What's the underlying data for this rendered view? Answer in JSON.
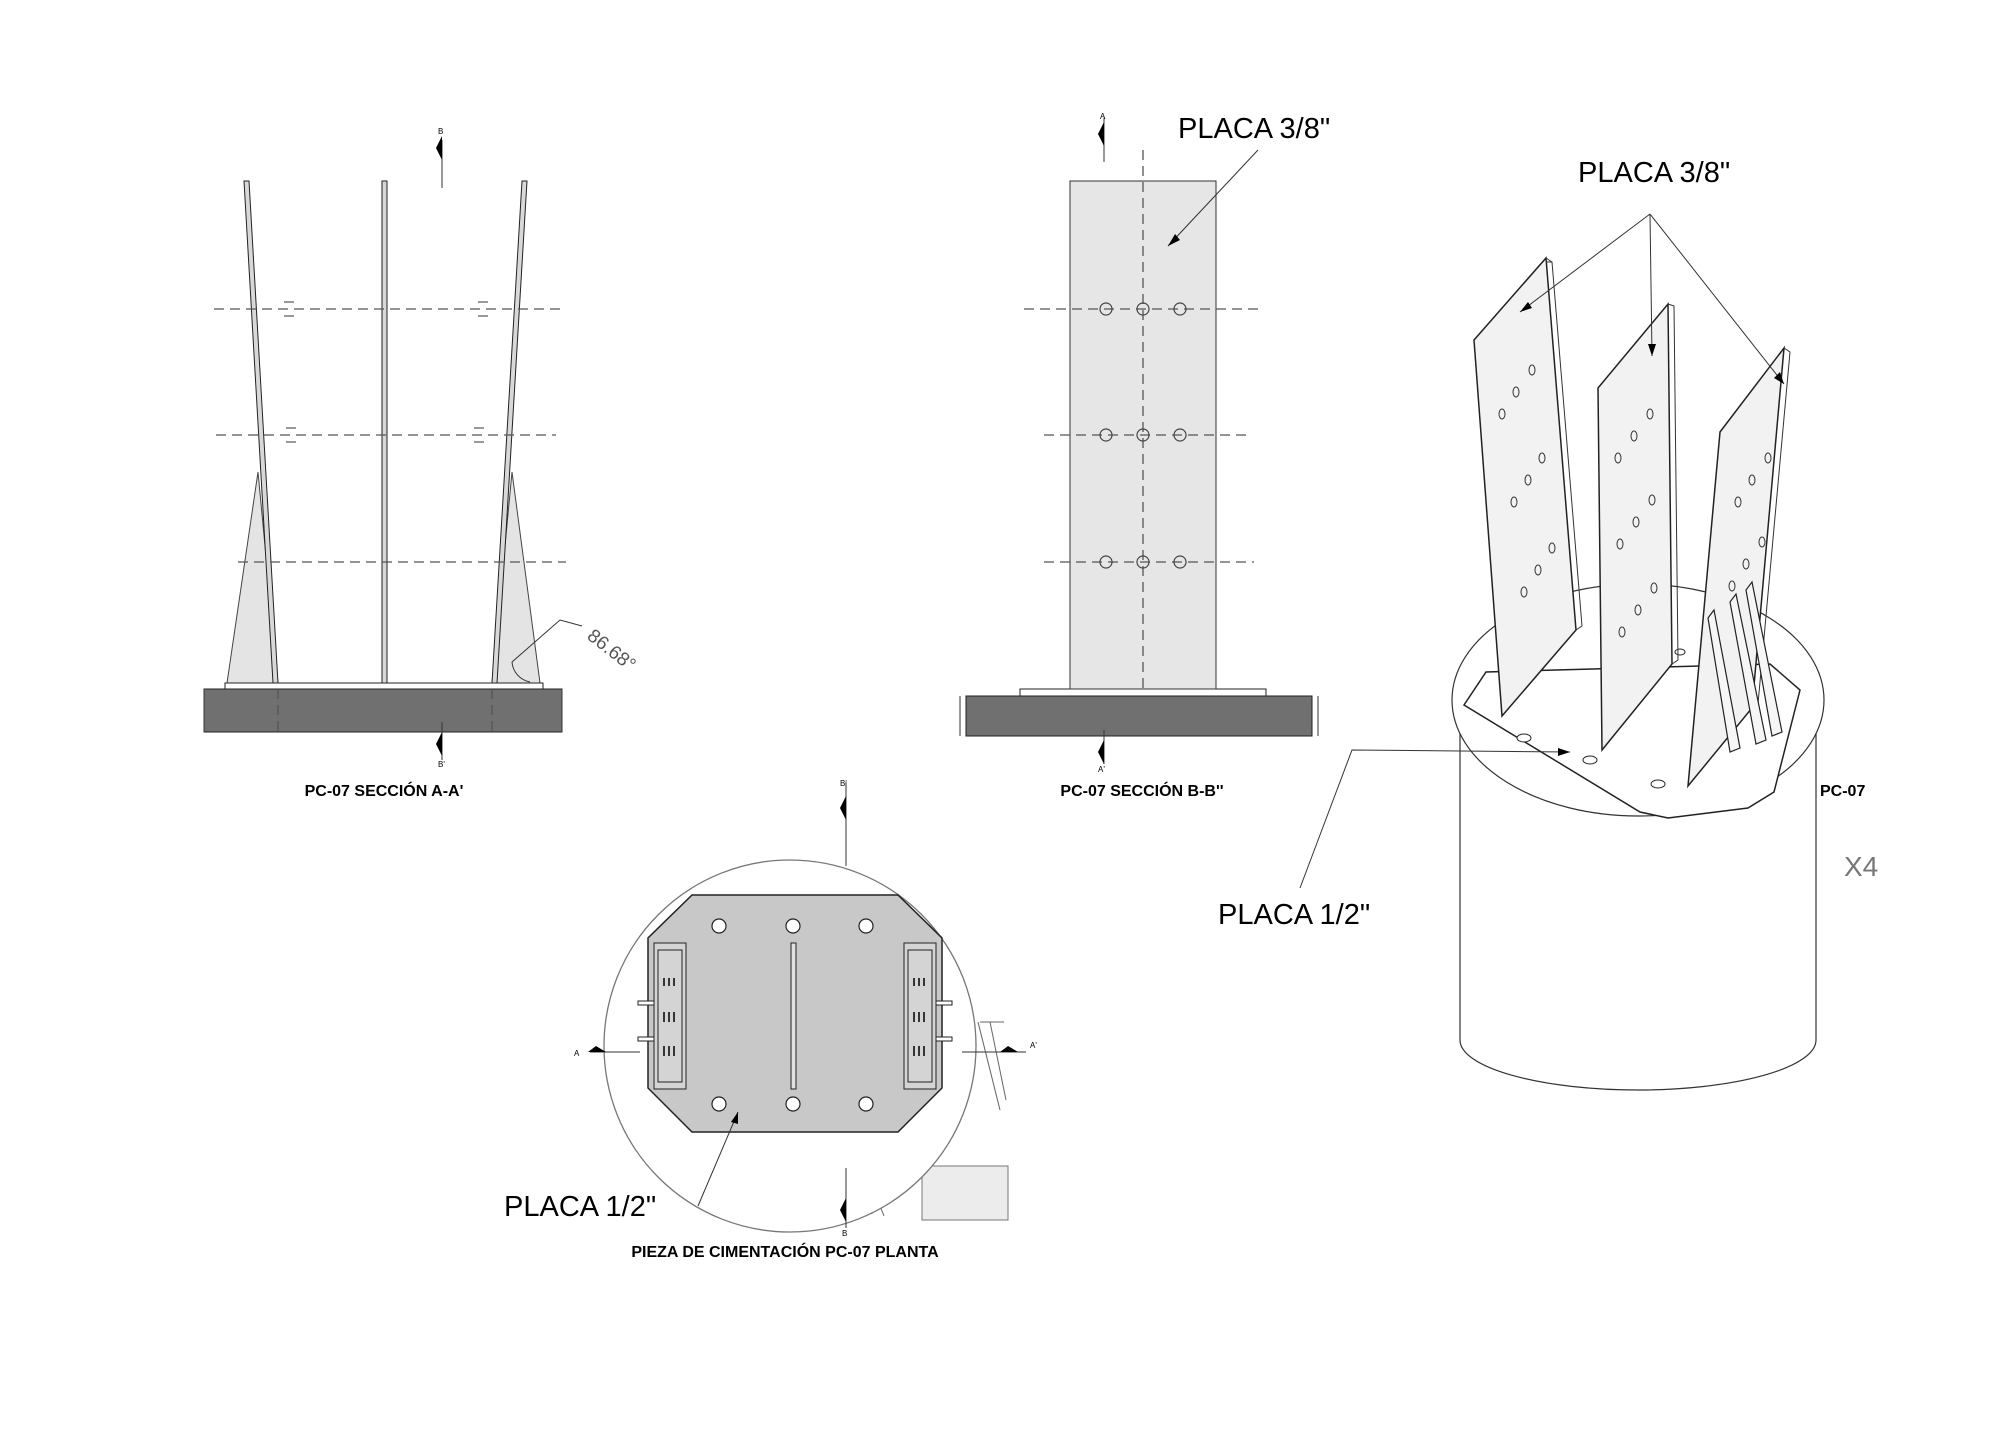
{
  "labels": {
    "section_aa_title": "PC-07 SECCIÓN A-A'",
    "section_bb_title": "PC-07 SECCIÓN B-B''",
    "plan_title": "PIEZA DE CIMENTACIÓN PC-07 PLANTA",
    "iso_title": "PC-07",
    "plate_38_front": "PLACA 3/8\"",
    "plate_38_iso": "PLACA 3/8\"",
    "plate_12_iso": "PLACA 1/2\"",
    "plate_12_plan": "PLACA 1/2\"",
    "angle": "86.68°",
    "quantity": "X4"
  },
  "section_markers": {
    "b_top": "B",
    "b_bottom": "B'",
    "a_top": "A",
    "a_bottom": "A'",
    "plan_b_top": "B'",
    "plan_b_bottom": "B",
    "plan_a_left": "A",
    "plan_a_right": "A'"
  },
  "colors": {
    "plate_fill": "#e6e6e6",
    "plan_plate_fill": "#c8c8c8",
    "footing_fill": "#707070",
    "line": "#222222"
  }
}
